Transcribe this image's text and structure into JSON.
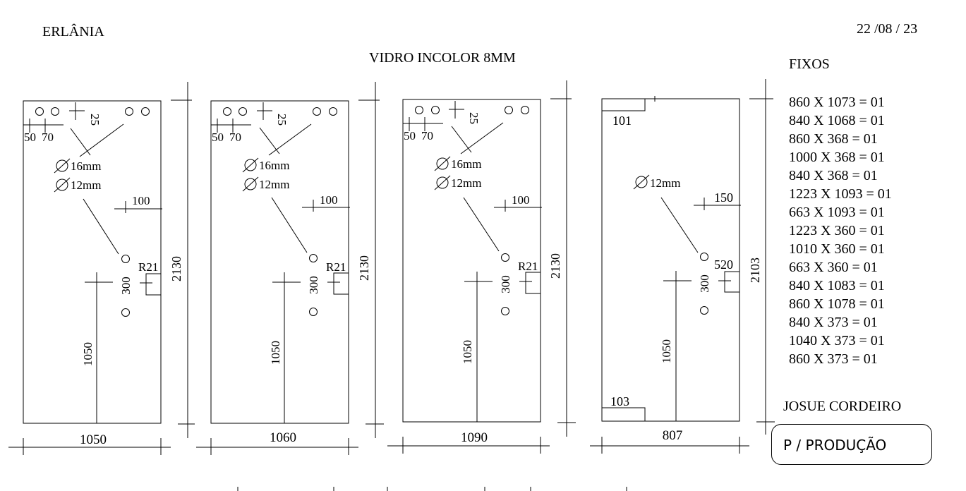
{
  "header": {
    "client": "ERLÂNIA",
    "date": "22 /08 / 23",
    "title": "VIDRO INCOLOR 8MM"
  },
  "panels": [
    {
      "width_label": "1050",
      "height_label": "2130",
      "hole_spacing": "25",
      "offset_left": "50",
      "offset_spacing": "70",
      "hole_large": "16mm",
      "hole_small": "12mm",
      "lock_offset": "100",
      "radius": "R21",
      "handle_spacing": "300",
      "handle_height": "1050"
    },
    {
      "width_label": "1060",
      "height_label": "2130",
      "hole_spacing": "25",
      "offset_left": "50",
      "offset_spacing": "70",
      "hole_large": "16mm",
      "hole_small": "12mm",
      "lock_offset": "100",
      "radius": "R21",
      "handle_spacing": "300",
      "handle_height": "1050"
    },
    {
      "width_label": "1090",
      "height_label": "2130",
      "hole_spacing": "25",
      "offset_left": "50",
      "offset_spacing": "70",
      "hole_large": "16mm",
      "hole_small": "12mm",
      "lock_offset": "100",
      "radius": "R21",
      "handle_spacing": "300",
      "handle_height": "1050"
    },
    {
      "width_label": "807",
      "height_label": "2103",
      "top_notch": "101",
      "bottom_notch": "103",
      "hole_small": "12mm",
      "lock_offset": "150",
      "notch_label": "520",
      "handle_spacing": "300",
      "handle_height": "1050"
    }
  ],
  "fixed": {
    "title": "FIXOS",
    "items": [
      "860 X 1073 = 01",
      "840 X 1068 = 01",
      "860 X 368 = 01",
      "1000 X 368 = 01",
      "840 X 368 = 01",
      "1223 X 1093 = 01",
      "663 X 1093 = 01",
      "1223 X 360 = 01",
      "1010 X 360 = 01",
      "663 X 360 = 01",
      "840 X 1083 = 01",
      "860 X 1078 = 01",
      "840 X 373 = 01",
      "1040 X 373 = 01",
      "860 X 373 = 01"
    ]
  },
  "footer": {
    "installer": "JOSUE CORDEIRO",
    "production": "P / PRODUÇÃO"
  }
}
